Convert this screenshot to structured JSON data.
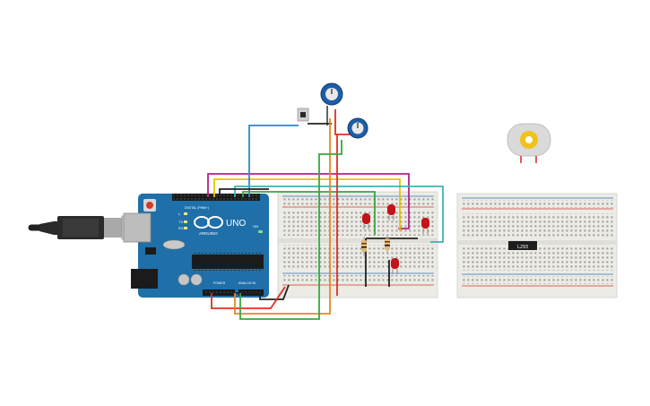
{
  "arduino": {
    "brand": "ARDUINO",
    "model": "UNO",
    "header_digital": "DIGITAL (PWM~)",
    "header_power": "POWER",
    "header_analog": "ANALOG IN",
    "on_label": "ON",
    "tx_label": "TX",
    "rx_label": "RX",
    "l_label": "L"
  },
  "driver_ic": {
    "label": "L293"
  },
  "colors": {
    "arduino_board": "#1f6fa8",
    "breadboard": "#ecebe6",
    "wire_red": "#e0301e",
    "wire_black": "#222222",
    "wire_yellow": "#e7c200",
    "wire_magenta": "#b3228a",
    "wire_teal": "#3fb2b4",
    "wire_green": "#36a843",
    "wire_blue": "#2b8ac4",
    "wire_orange": "#e7891e",
    "led_red": "#c4121b",
    "pot_blue": "#1d5ea8"
  },
  "icons": [
    "usb-cable-icon",
    "dc-motor-icon",
    "potentiometer-icon",
    "pushbutton-icon",
    "led-icon",
    "resistor-icon"
  ]
}
